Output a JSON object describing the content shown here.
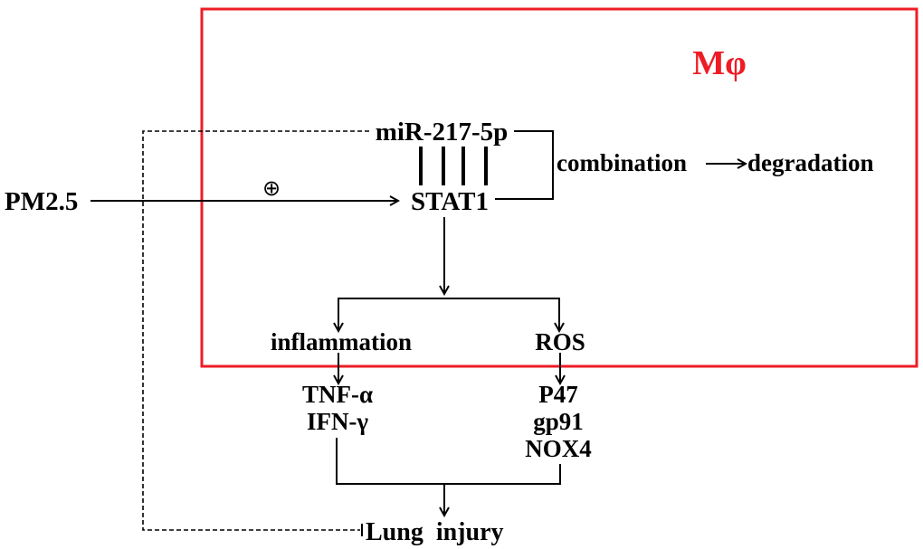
{
  "cell_label": "Mφ",
  "colors": {
    "cell_border": "#ee1c25",
    "cell_label": "#ee1c25",
    "line": "#000000"
  },
  "nodes": {
    "pm25": "PM2.5",
    "mirna": "miR-217-5p",
    "stat1": "STAT1",
    "combination": "combination",
    "degradation": "degradation",
    "inflammation": "inflammation",
    "ros": "ROS",
    "tnf": "TNF-α",
    "ifn": "IFN-γ",
    "p47": "P47",
    "gp91": "gp91",
    "nox4": "NOX4",
    "lung_injury": "Lung  injury"
  },
  "symbols": {
    "promote": "⊕"
  },
  "edges": [
    {
      "from": "pm25",
      "to": "stat1",
      "type": "activation",
      "symbol": "promote"
    },
    {
      "from": "mirna",
      "to": "stat1",
      "type": "binding"
    },
    {
      "from": "mirna+stat1",
      "to": "combination",
      "type": "bracket"
    },
    {
      "from": "combination",
      "to": "degradation",
      "type": "arrow"
    },
    {
      "from": "stat1",
      "to": "inflammation",
      "type": "arrow"
    },
    {
      "from": "stat1",
      "to": "ros",
      "type": "arrow"
    },
    {
      "from": "inflammation",
      "to": "tnf",
      "type": "arrow"
    },
    {
      "from": "ros",
      "to": "p47",
      "type": "arrow"
    },
    {
      "from": "tnf+ros_markers",
      "to": "lung_injury",
      "type": "arrow"
    },
    {
      "from": "mirna",
      "to": "lung_injury",
      "type": "inhibition-dashed"
    }
  ]
}
